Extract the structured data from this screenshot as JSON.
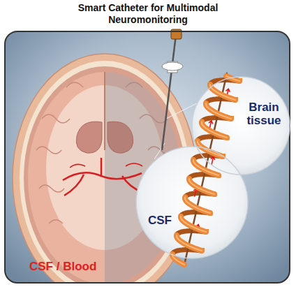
{
  "diagram": {
    "title": "Smart Catheter for Multimodal Neuromonitoring",
    "nodes": [
      {
        "text": [
          "Brain tissue"
        ]
      },
      {
        "text": [
          "CSF"
        ]
      }
    ],
    "labels": [
      "CSF / Blood"
    ]
  }
}
